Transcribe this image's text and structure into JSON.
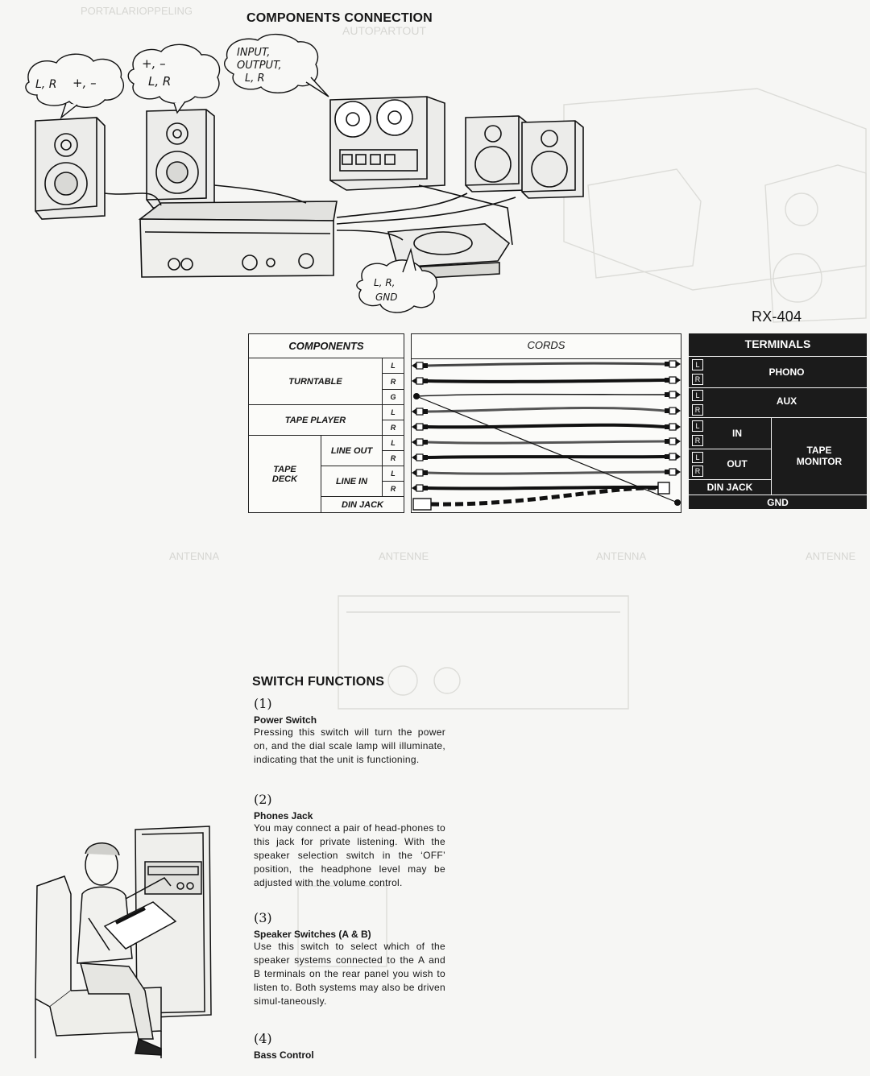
{
  "title": "COMPONENTS CONNECTION",
  "model": "RX-404",
  "bubbles": {
    "speaker_left": "L, R",
    "speaker_left_2": "+, –",
    "speaker_mid_1": "+, –",
    "speaker_mid_2": "L, R",
    "tape_deck_1": "INPUT,",
    "tape_deck_2": "OUTPUT,",
    "tape_deck_3": "L, R",
    "turntable_1": "L, R,",
    "turntable_2": "GND"
  },
  "table": {
    "components_header": "COMPONENTS",
    "cords_header": "CORDS",
    "terminals_header": "TERMINALS",
    "turntable": "TURNTABLE",
    "tape_player": "TAPE PLAYER",
    "tape_deck": "TAPE DECK",
    "line_out": "LINE OUT",
    "line_in": "LINE IN",
    "din_jack": "DIN JACK",
    "ch_l": "L",
    "ch_r": "R",
    "ch_g": "G",
    "phono": "PHONO",
    "aux": "AUX",
    "in": "IN",
    "out": "OUT",
    "tape_monitor": "TAPE MONITOR",
    "term_din_jack": "DIN JACK",
    "gnd": "GND"
  },
  "switch_functions": {
    "title": "SWITCH FUNCTIONS",
    "items": [
      {
        "num": "(1)",
        "name": "Power Switch",
        "body": "Pressing this switch will turn the power on, and the dial scale lamp will illuminate, indicating that the unit is functioning."
      },
      {
        "num": "(2)",
        "name": "Phones Jack",
        "body": "You may connect a pair of head-phones to this jack for private listening. With the speaker selection switch in the ‘OFF’ position, the headphone level may be adjusted with the volume control."
      },
      {
        "num": "(3)",
        "name": "Speaker Switches (A & B)",
        "body": "Use this switch to select which of the speaker systems connected to the A and B terminals on the rear panel you wish to listen to. Both systems may also be driven simul-taneously."
      },
      {
        "num": "(4)",
        "name": "Bass Control",
        "body": ""
      }
    ]
  },
  "ghost_text": {
    "top_1": "AUTOPARTOUT",
    "top_2": "PORTALARIOPPELING",
    "mid_1": "ANTENNA",
    "mid_2": "ANTENNE",
    "mid_3": "ANTENNA",
    "mid_4": "ANTENNE"
  }
}
